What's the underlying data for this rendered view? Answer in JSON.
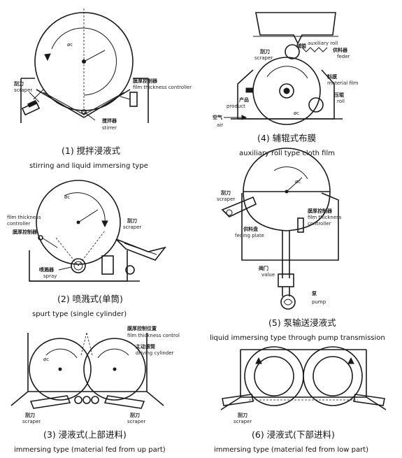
{
  "panels": [
    {
      "caption_cn": "(1) 搅拌浸液式",
      "caption_en": "stirring and liquid immersing type",
      "labels": {
        "diameter": "øc",
        "scraper_cn": "刮刀",
        "scraper_en": "scraper",
        "film_thickness_cn": "膜厚控制器",
        "film_thickness_en": "film thickness controller",
        "stirrer_cn": "搅拌器",
        "stirrer_en": "stirrer"
      }
    },
    {
      "caption_cn": "(4) 辅辊式布膜",
      "caption_en": "auxiliary roll type cloth film",
      "labels": {
        "aux_roll_cn": "辅辊",
        "aux_roll_en": "auxiliary roll",
        "scraper_cn": "刮刀",
        "scraper_en": "scraper",
        "feeder_cn": "供料器",
        "feeder_en": "feder",
        "material_film_cn": "料膜",
        "material_film_en": "material film",
        "product_cn": "产品",
        "product_en": "product",
        "press_roll_cn": "压辊",
        "press_roll_en": "roll",
        "air_cn": "空气",
        "air_en": "air",
        "diameter": "øc"
      }
    },
    {
      "caption_cn": "(2) 喷溅式(单筒)",
      "caption_en": "spurt type (single cylinder)",
      "labels": {
        "diameter": "øc",
        "film_thickness_en_1": "film thickness",
        "film_thickness_en_2": "controller",
        "film_thickness_cn": "膜厚控制器",
        "scraper_cn": "刮刀",
        "scraper_en": "scraper",
        "spray_cn": "喷溅器",
        "spray_en": "spray"
      }
    },
    {
      "caption_cn": "(5) 泵输送浸液式",
      "caption_en": "liquid immersing type through pump transmission",
      "labels": {
        "diameter": "øc",
        "scraper_cn": "刮刀",
        "scraper_en": "scraper",
        "film_thickness_cn": "膜厚控制器",
        "film_thickness_en_1": "film thickness",
        "film_thickness_en_2": "controller",
        "feed_plate_cn": "供料盘",
        "feed_plate_en": "feding plate",
        "valve_cn": "阀门",
        "valve_en": "value",
        "pump_cn": "泵",
        "pump_en": "pump"
      }
    },
    {
      "caption_cn": "(3) 浸液式(上部进料)",
      "caption_en": "immersing type (material fed from up part)",
      "labels": {
        "film_control_cn": "膜厚控制位置",
        "film_control_en": "film thickness control",
        "driving_cn": "主动滚筒",
        "driving_en": "driving cylinder",
        "diameter": "øc",
        "scraper_left_cn": "刮刀",
        "scraper_left_en": "scraper",
        "scraper_right_cn": "刮刀",
        "scraper_right_en": "scraper"
      }
    },
    {
      "caption_cn": "(6) 浸液式(下部进料)",
      "caption_en": "immersing type (material fed from low part)",
      "labels": {
        "scraper_cn": "刮刀",
        "scraper_en": "scraper"
      }
    }
  ]
}
